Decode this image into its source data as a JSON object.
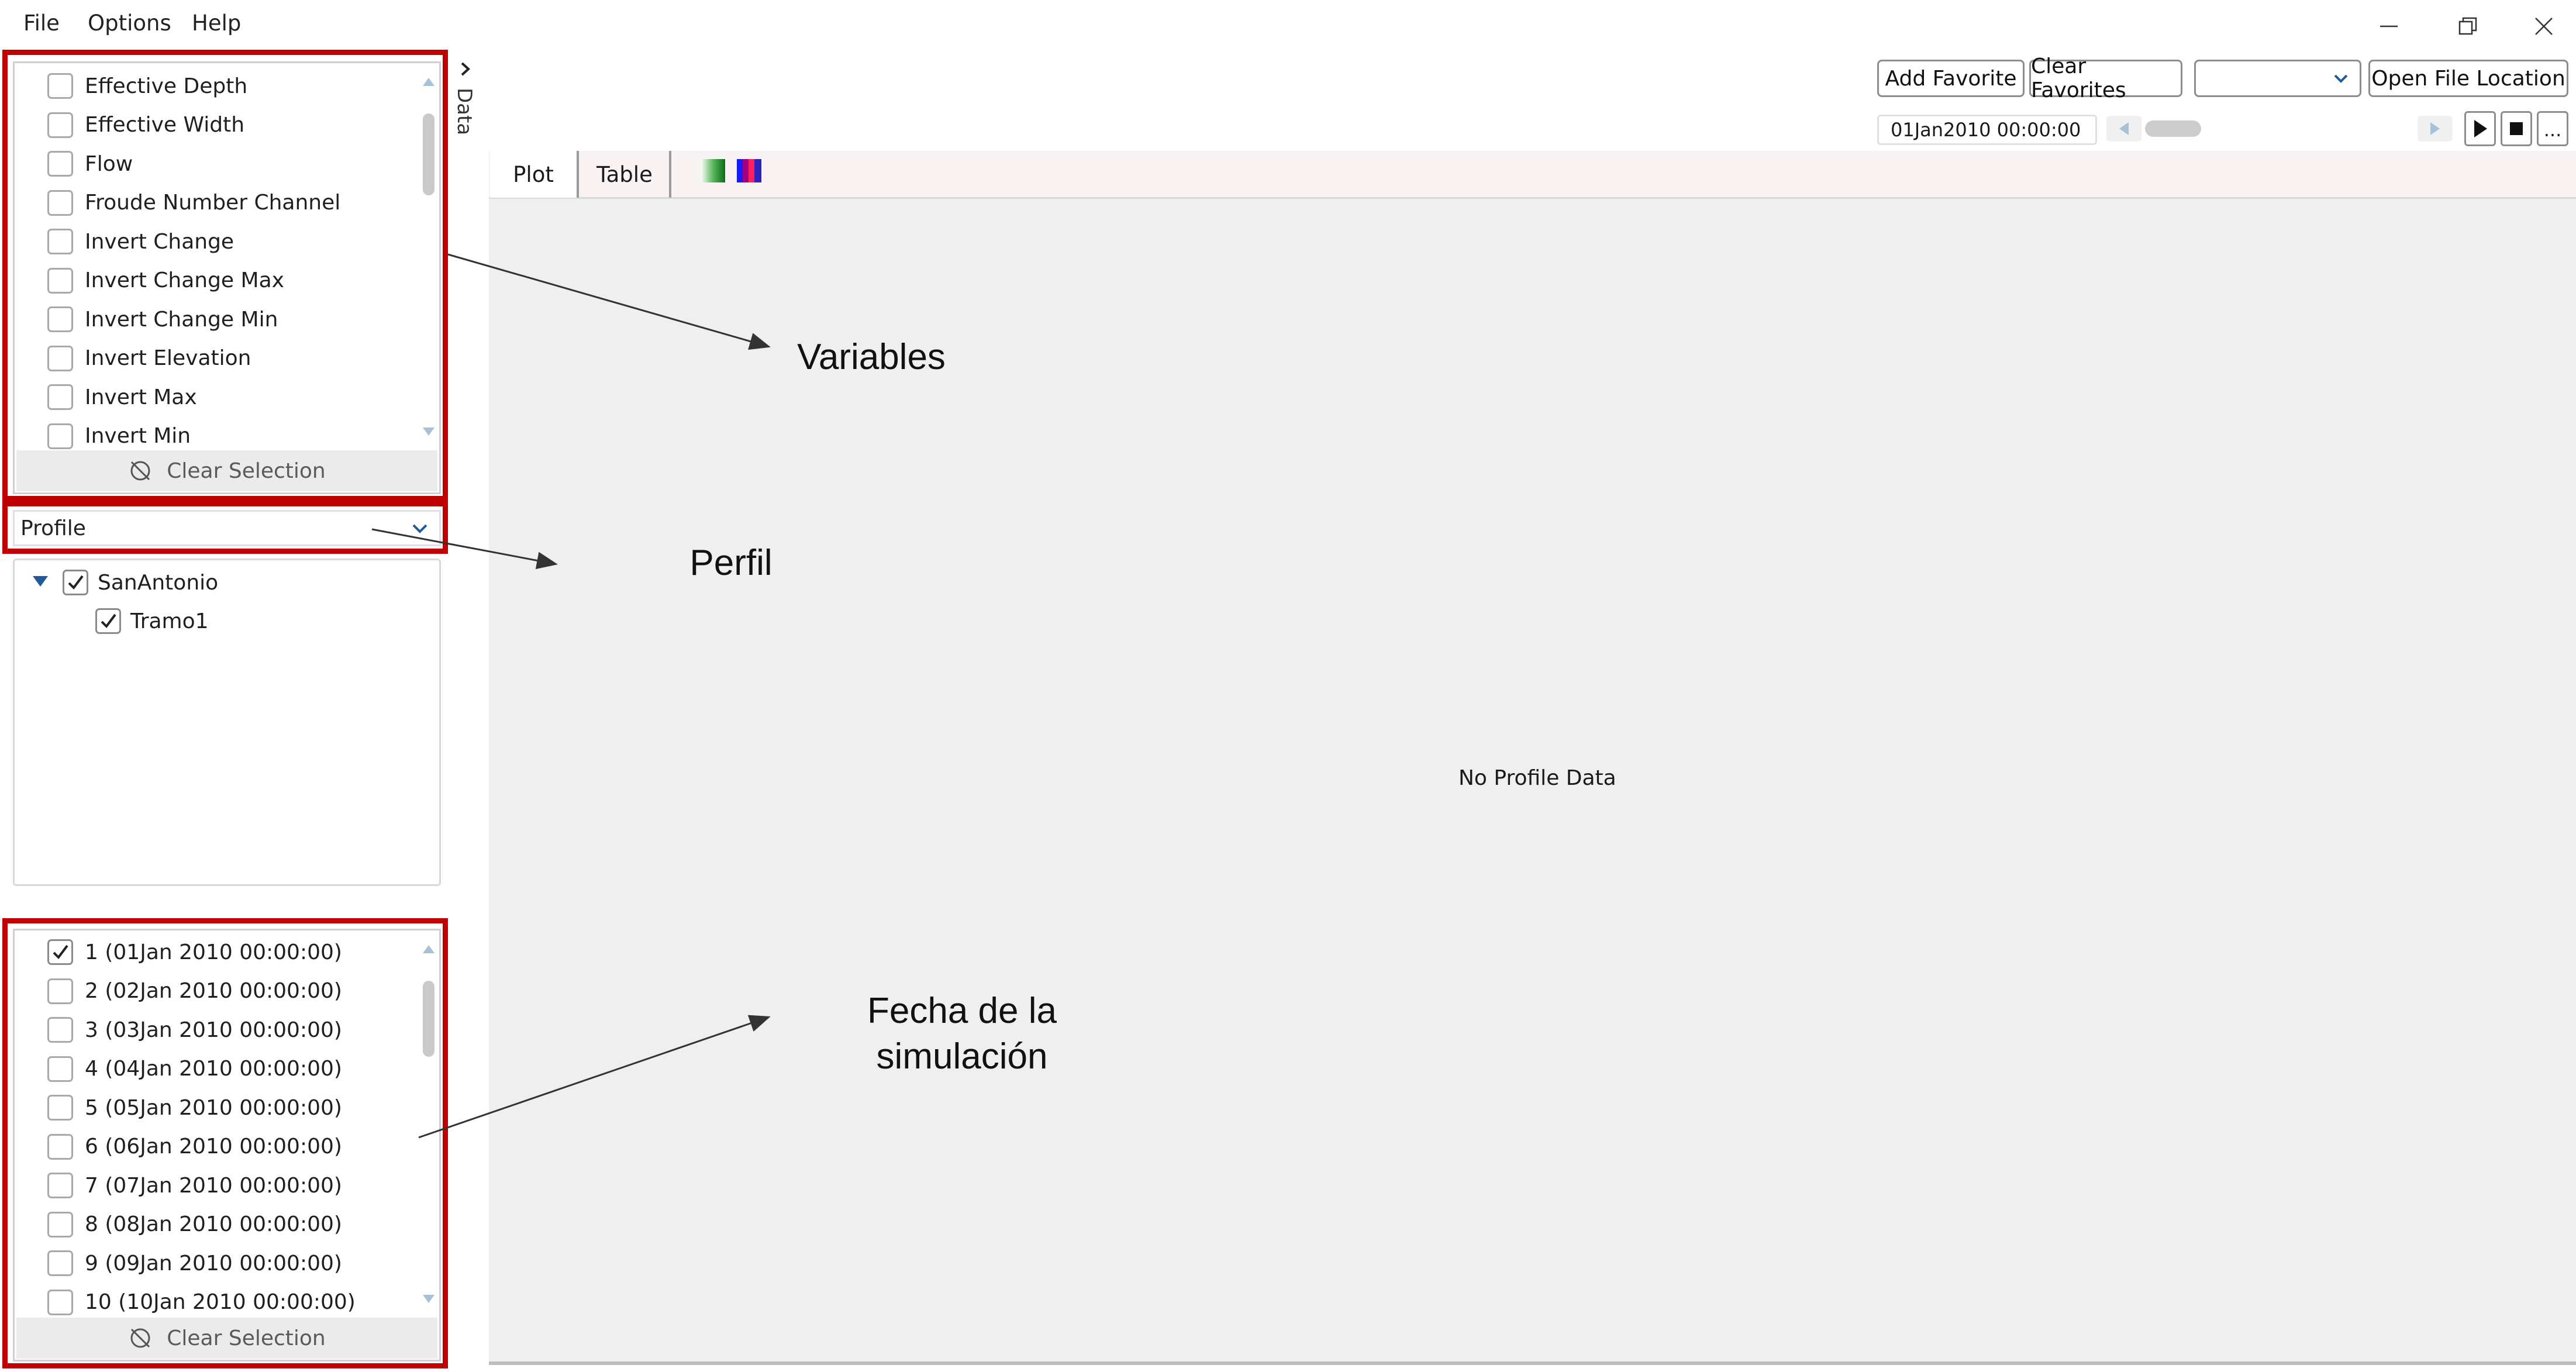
{
  "menu": {
    "file": "File",
    "options": "Options",
    "help": "Help"
  },
  "side_toggle": {
    "label": "Data"
  },
  "variables": {
    "items": [
      {
        "label": "Effective Depth",
        "checked": false
      },
      {
        "label": "Effective Width",
        "checked": false
      },
      {
        "label": "Flow",
        "checked": false
      },
      {
        "label": "Froude Number Channel",
        "checked": false
      },
      {
        "label": "Invert Change",
        "checked": false
      },
      {
        "label": "Invert Change Max",
        "checked": false
      },
      {
        "label": "Invert Change Min",
        "checked": false
      },
      {
        "label": "Invert Elevation",
        "checked": false
      },
      {
        "label": "Invert Max",
        "checked": false
      },
      {
        "label": "Invert Min",
        "checked": false
      }
    ],
    "clear_label": "Clear Selection"
  },
  "mode_dropdown": {
    "value": "Profile"
  },
  "tree": {
    "root": {
      "label": "SanAntonio",
      "checked": true
    },
    "child": {
      "label": "Tramo1",
      "checked": true
    }
  },
  "times": {
    "items": [
      {
        "label": "1 (01Jan 2010 00:00:00)",
        "checked": true
      },
      {
        "label": "2 (02Jan 2010 00:00:00)",
        "checked": false
      },
      {
        "label": "3 (03Jan 2010 00:00:00)",
        "checked": false
      },
      {
        "label": "4 (04Jan 2010 00:00:00)",
        "checked": false
      },
      {
        "label": "5 (05Jan 2010 00:00:00)",
        "checked": false
      },
      {
        "label": "6 (06Jan 2010 00:00:00)",
        "checked": false
      },
      {
        "label": "7 (07Jan 2010 00:00:00)",
        "checked": false
      },
      {
        "label": "8 (08Jan 2010 00:00:00)",
        "checked": false
      },
      {
        "label": "9 (09Jan 2010 00:00:00)",
        "checked": false
      },
      {
        "label": "10 (10Jan 2010 00:00:00)",
        "checked": false
      }
    ],
    "clear_label": "Clear Selection"
  },
  "toolbar": {
    "add_favorite": "Add Favorite",
    "clear_favorites": "Clear Favorites",
    "favorites_value": "",
    "open_file_location": "Open File Location",
    "time_value": "01Jan2010 00:00:00",
    "more": "..."
  },
  "tabs": {
    "plot": "Plot",
    "table": "Table"
  },
  "main": {
    "empty_message": "No Profile Data"
  },
  "annotations": {
    "variables": "Variables",
    "profile": "Perfil",
    "date_line1": "Fecha de la",
    "date_line2": "simulación"
  },
  "colors": {
    "highlight_box": "#c00000",
    "panel_bg": "#efefef"
  }
}
